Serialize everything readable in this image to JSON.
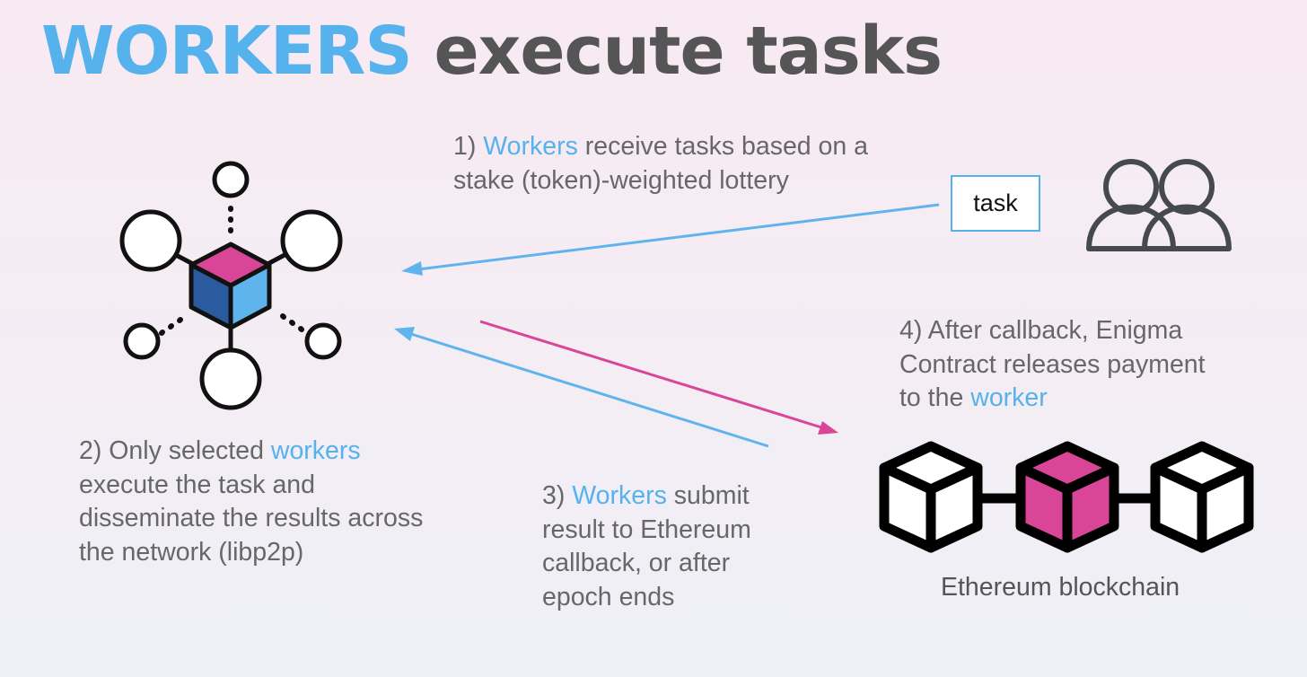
{
  "title": {
    "highlight": "WORKERS",
    "rest": " execute tasks"
  },
  "steps": {
    "step1": {
      "prefix": "1) ",
      "highlight": "Workers",
      "text1": " receive tasks based on a",
      "line2": "stake (token)-weighted lottery"
    },
    "step2": {
      "line1_prefix": "2) Only selected ",
      "line1_highlight": "workers",
      "line2": "execute the task and",
      "line3": "disseminate the results across",
      "line4": "the network (libp2p)"
    },
    "step3": {
      "prefix": "3) ",
      "highlight": "Workers",
      "text1": " submit",
      "line2": "result to Ethereum",
      "line3": "callback, or after",
      "line4": "epoch ends"
    },
    "step4": {
      "line1": "4) After callback, Enigma",
      "line2": "Contract releases payment",
      "line3_prefix": "to the ",
      "line3_highlight": "worker"
    }
  },
  "task_label": "task",
  "chain_label": "Ethereum blockchain",
  "colors": {
    "accent_blue": "#56b2ec",
    "accent_pink": "#d94597",
    "cube_dark": "#2a5aa0",
    "cube_light": "#5fb4ee",
    "text_gray": "#676767",
    "icon_gray": "#454a50"
  },
  "icons": {
    "network": "worker-network-icon",
    "users": "users-icon",
    "chain": "blockchain-icon"
  }
}
